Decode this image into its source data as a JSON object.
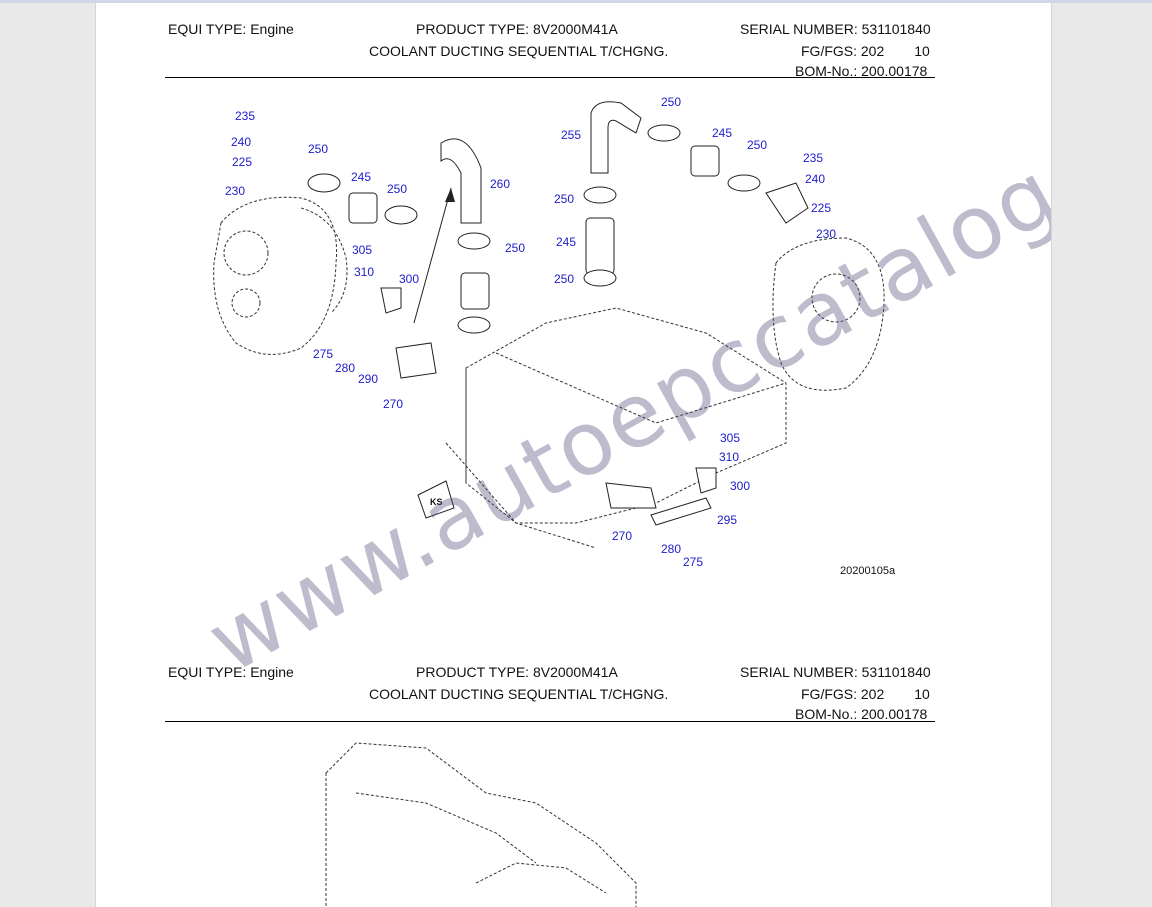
{
  "header_top": {
    "equi_label": "EQUI TYPE:",
    "equi_value": "Engine",
    "product_label": "PRODUCT TYPE:",
    "product_value": "8V2000M41A",
    "serial_label": "SERIAL NUMBER:",
    "serial_value": "531101840",
    "title": "COOLANT DUCTING SEQUENTIAL T/CHGNG.",
    "fg_label": "FG/FGS:",
    "fg_value": "202",
    "fg_sub": "10",
    "bom_label": "BOM-No.:",
    "bom_value": "200.00178"
  },
  "header_bottom": {
    "equi_label": "EQUI TYPE:",
    "equi_value": "Engine",
    "product_label": "PRODUCT TYPE:",
    "product_value": "8V2000M41A",
    "serial_label": "SERIAL NUMBER:",
    "serial_value": "531101840",
    "title": "COOLANT DUCTING SEQUENTIAL T/CHGNG.",
    "fg_label": "FG/FGS:",
    "fg_value": "202",
    "fg_sub": "10",
    "bom_label": "BOM-No.:",
    "bom_value": "200.00178"
  },
  "diagram": {
    "figure_id": "20200105a",
    "marker": "KS",
    "callouts": [
      "235",
      "240",
      "225",
      "230",
      "250",
      "245",
      "250",
      "260",
      "305",
      "310",
      "300",
      "275",
      "280",
      "290",
      "270",
      "255",
      "250",
      "245",
      "250",
      "235",
      "240",
      "225",
      "230",
      "250",
      "245",
      "250",
      "250",
      "305",
      "310",
      "300",
      "295",
      "270",
      "280",
      "275"
    ]
  },
  "watermark": "www.autoepccatalog.com",
  "colors": {
    "callout": "#1c1ccc",
    "watermark": "#50507a"
  }
}
